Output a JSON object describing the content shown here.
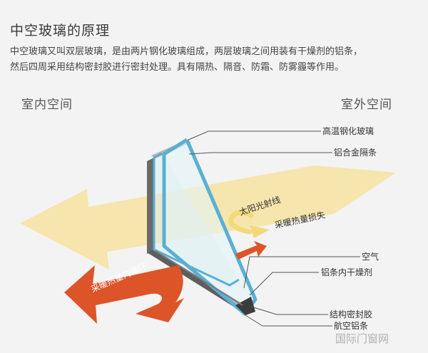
{
  "title": "中空玻璃的原理",
  "description": [
    "中空玻璃又叫双层玻璃，是由两片钢化玻璃组成，两层玻璃之间用装有干燥剂的铝条，",
    "然后四周采用结构密封胶进行密封处理。具有隔热、隔音、防霜、防雾霾等作用。"
  ],
  "indoor_label": "室内空间",
  "outdoor_label": "室外空间",
  "callouts": [
    "高温钢化玻璃",
    "铝合金隔条",
    "空气",
    "铝条内干燥剂",
    "结构密封胶",
    "航空铝条"
  ],
  "arrows": {
    "sunlight": "太阳光射线",
    "heat_loss": "采暖热量损失",
    "heat_circulation": "采暖热量内循环"
  },
  "watermark": "国际门窗网",
  "colors": {
    "sunlight": "#f6e4a6",
    "heat": "#dd5428",
    "glass_edge": "#5ab0d3",
    "frame": "#555555"
  }
}
